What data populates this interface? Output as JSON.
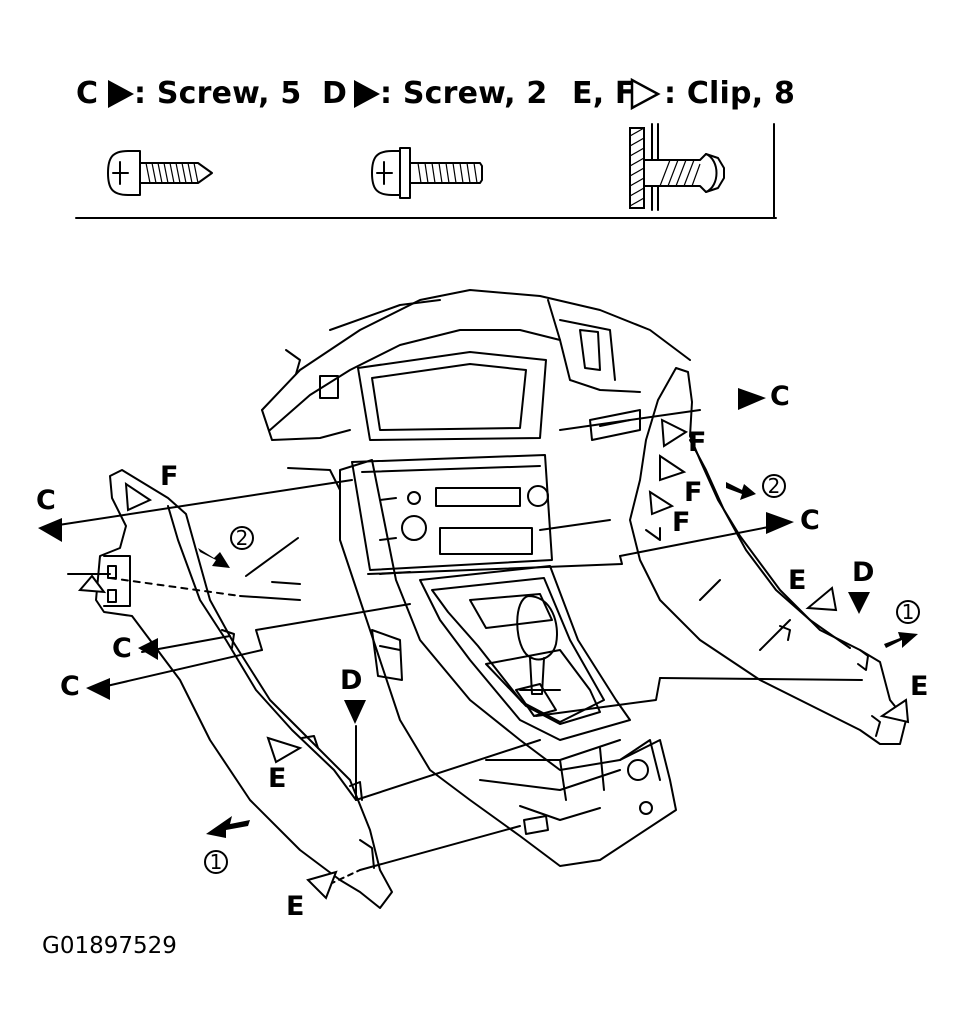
{
  "legend": {
    "c_letter": "C",
    "c_desc": ": Screw, 5",
    "d_letter": "D",
    "d_desc": ": Screw, 2",
    "ef_letter": "E, F",
    "ef_desc": ": Clip, 8"
  },
  "callouts": {
    "c": "C",
    "d": "D",
    "e": "E",
    "f": "F"
  },
  "steps": {
    "one": "1",
    "two": "2"
  },
  "figure_id": "G01897529",
  "icons": [
    "filled-triangle-icon",
    "outline-triangle-icon",
    "tapping-screw-icon",
    "bolt-icon",
    "clip-icon",
    "removal-arrow-icon"
  ]
}
